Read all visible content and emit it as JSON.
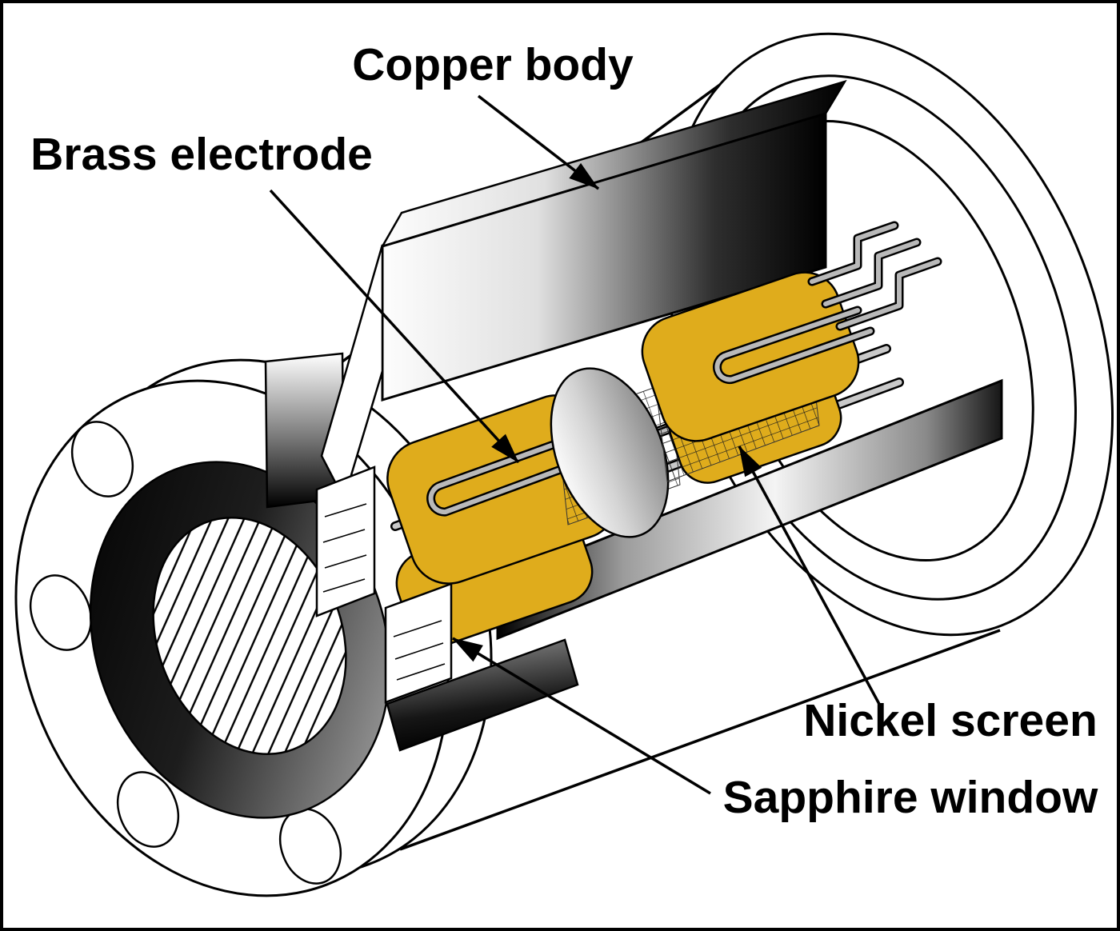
{
  "figure": {
    "kind": "technical-cutaway-diagram",
    "labels": {
      "copper_body": "Copper body",
      "brass_electrode": "Brass electrode",
      "nickel_screen": "Nickel screen",
      "sapphire_window": "Sapphire window"
    },
    "colors": {
      "brass": "#DFAC1C",
      "outline": "#000000",
      "background": "#FFFFFF",
      "wire_gray": "#B9B9B9"
    }
  }
}
